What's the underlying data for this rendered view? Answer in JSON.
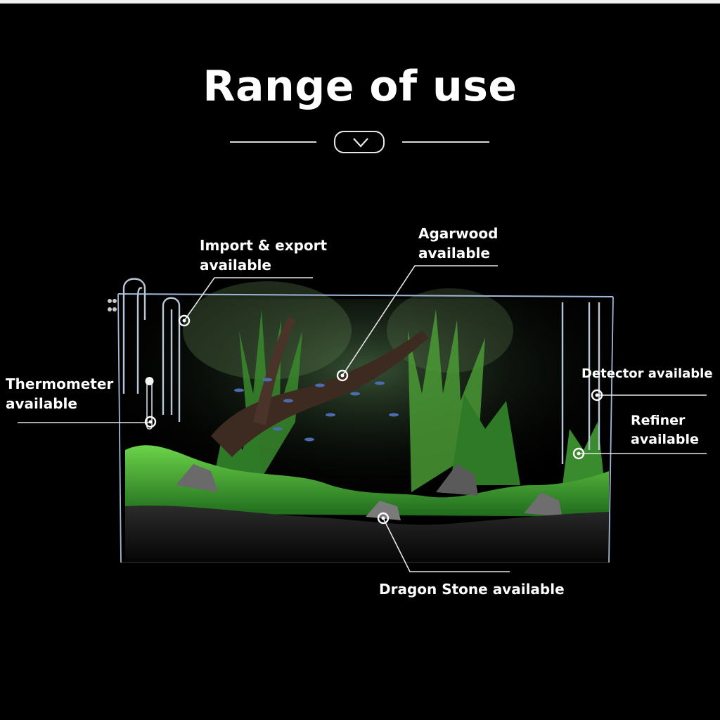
{
  "title": "Range of use",
  "divider_icon": "chevron-down-icon",
  "annotations": [
    {
      "id": "import-export",
      "lines": [
        "Import & export",
        "available"
      ]
    },
    {
      "id": "agarwood",
      "lines": [
        "Agarwood",
        "available"
      ]
    },
    {
      "id": "thermometer",
      "lines": [
        "Thermometer",
        "available"
      ]
    },
    {
      "id": "detector",
      "lines": [
        "Detector available"
      ]
    },
    {
      "id": "refiner",
      "lines": [
        "Refiner",
        "available"
      ]
    },
    {
      "id": "dragon-stone",
      "lines": [
        "Dragon Stone available"
      ]
    }
  ],
  "colors": {
    "background": "#000000",
    "text": "#ffffff",
    "plant_green": "#3fa83a",
    "glass": "#9fb8d8"
  }
}
